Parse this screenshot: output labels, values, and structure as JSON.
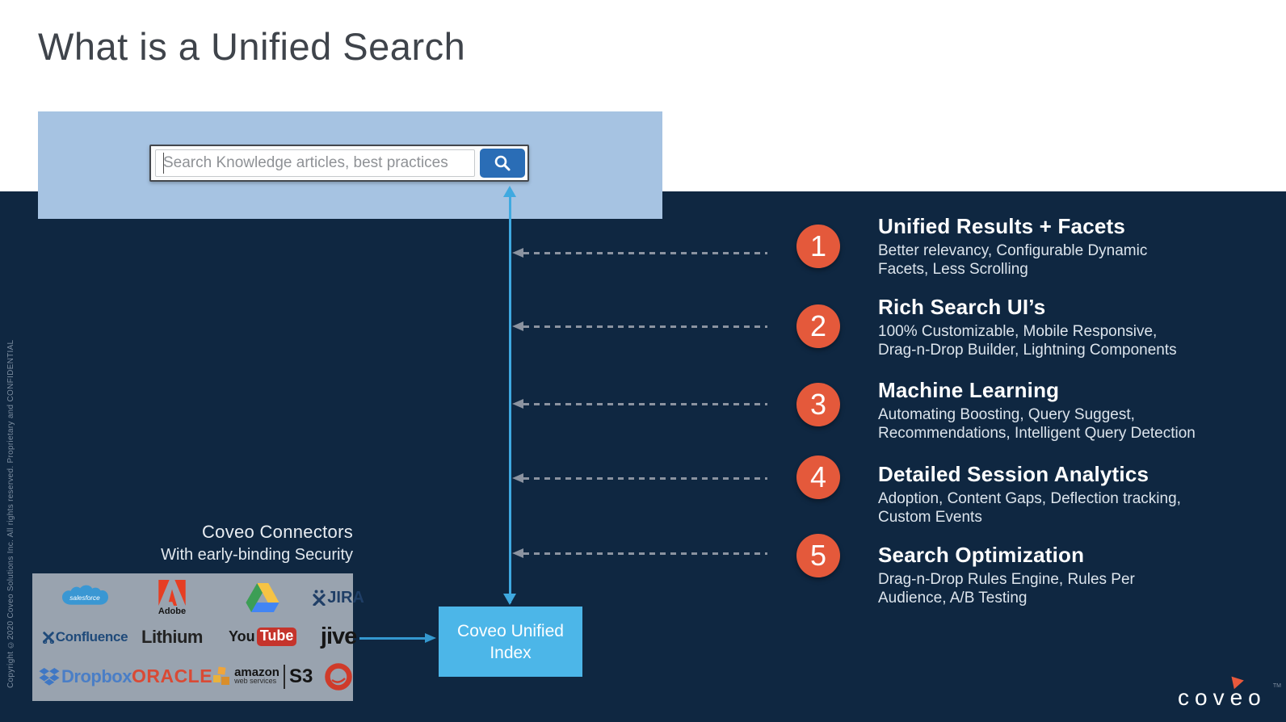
{
  "slide": {
    "title": "What is a Unified Search",
    "copyright": "Copyright ©2020 Coveo Solutions Inc.  All rights reserved. Proprietary and CONFIDENTIAL",
    "brand": "coveo",
    "brand_tm": "TM"
  },
  "search": {
    "placeholder": "Search Knowledge articles, best practices"
  },
  "index_box": {
    "line1": "Coveo Unified",
    "line2": "Index"
  },
  "connectors": {
    "title": "Coveo Connectors",
    "subtitle": "With early-binding Security",
    "logos": [
      {
        "name": "salesforce",
        "text": "salesforce"
      },
      {
        "name": "adobe",
        "text": "Adobe"
      },
      {
        "name": "google-drive",
        "text": ""
      },
      {
        "name": "jira",
        "text": "JIRA"
      },
      {
        "name": "confluence",
        "text": "Confluence"
      },
      {
        "name": "lithium",
        "text": "Lithium"
      },
      {
        "name": "youtube",
        "text_part1": "You",
        "text_part2": "Tube"
      },
      {
        "name": "jive",
        "text": "jive"
      },
      {
        "name": "dropbox",
        "text": "Dropbox"
      },
      {
        "name": "oracle",
        "text": "ORACLE"
      },
      {
        "name": "aws-s3",
        "text_line1": "amazon",
        "text_line2": "web services",
        "text_part2": "S3"
      },
      {
        "name": "sitecore",
        "text": ""
      }
    ]
  },
  "features": [
    {
      "num": "1",
      "title": "Unified Results + Facets",
      "desc1": "Better relevancy, Configurable Dynamic",
      "desc2": "Facets, Less Scrolling"
    },
    {
      "num": "2",
      "title": "Rich Search UI’s",
      "desc1": "100% Customizable, Mobile Responsive,",
      "desc2": "Drag-n-Drop Builder, Lightning Components"
    },
    {
      "num": "3",
      "title": "Machine Learning",
      "desc1": "Automating Boosting, Query Suggest,",
      "desc2": "Recommendations, Intelligent Query Detection"
    },
    {
      "num": "4",
      "title": "Detailed Session Analytics",
      "desc1": "Adoption, Content Gaps, Deflection tracking,",
      "desc2": "Custom Events"
    },
    {
      "num": "5",
      "title": "Search Optimization",
      "desc1": "Drag-n-Drop Rules Engine, Rules Per",
      "desc2": "Audience, A/B Testing"
    }
  ],
  "colors": {
    "navy_bg": "#0f2741",
    "panel_blue": "#a6c3e2",
    "button_blue": "#2a6db6",
    "arrow_blue": "#3fa9e0",
    "index_blue": "#4cb6e8",
    "circle_orange": "#e4593b",
    "dash_gray": "#8b93a0",
    "logo_box_gray": "#99a3af",
    "brand_orange": "#e8593c"
  }
}
